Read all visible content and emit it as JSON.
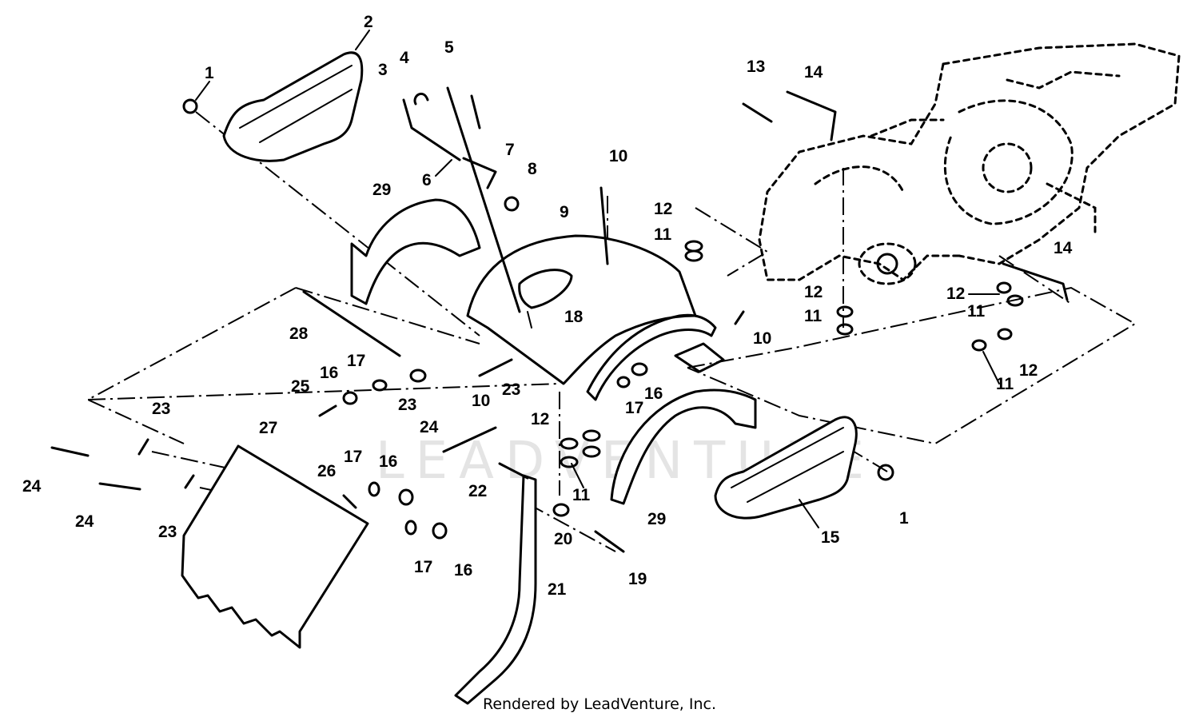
{
  "watermark": "LEADVENTURE",
  "footer": "Rendered by LeadVenture, Inc.",
  "callouts": [
    {
      "id": "c1",
      "label": "1"
    },
    {
      "id": "c2",
      "label": "2"
    },
    {
      "id": "c3",
      "label": "3"
    },
    {
      "id": "c4",
      "label": "4"
    },
    {
      "id": "c5",
      "label": "5"
    },
    {
      "id": "c6",
      "label": "6"
    },
    {
      "id": "c7",
      "label": "7"
    },
    {
      "id": "c8",
      "label": "8"
    },
    {
      "id": "c9",
      "label": "9"
    },
    {
      "id": "c10",
      "label": "10"
    },
    {
      "id": "c11",
      "label": "11"
    },
    {
      "id": "c12",
      "label": "12"
    },
    {
      "id": "c13",
      "label": "13"
    },
    {
      "id": "c14",
      "label": "14"
    },
    {
      "id": "c15",
      "label": "15"
    },
    {
      "id": "c16",
      "label": "16"
    },
    {
      "id": "c17",
      "label": "17"
    },
    {
      "id": "c18",
      "label": "18"
    },
    {
      "id": "c19",
      "label": "19"
    },
    {
      "id": "c20",
      "label": "20"
    },
    {
      "id": "c21",
      "label": "21"
    },
    {
      "id": "c22",
      "label": "22"
    },
    {
      "id": "c23",
      "label": "23"
    },
    {
      "id": "c24",
      "label": "24"
    },
    {
      "id": "c25",
      "label": "25"
    },
    {
      "id": "c26",
      "label": "26"
    },
    {
      "id": "c27",
      "label": "27"
    },
    {
      "id": "c28",
      "label": "28"
    },
    {
      "id": "c29",
      "label": "29"
    }
  ]
}
